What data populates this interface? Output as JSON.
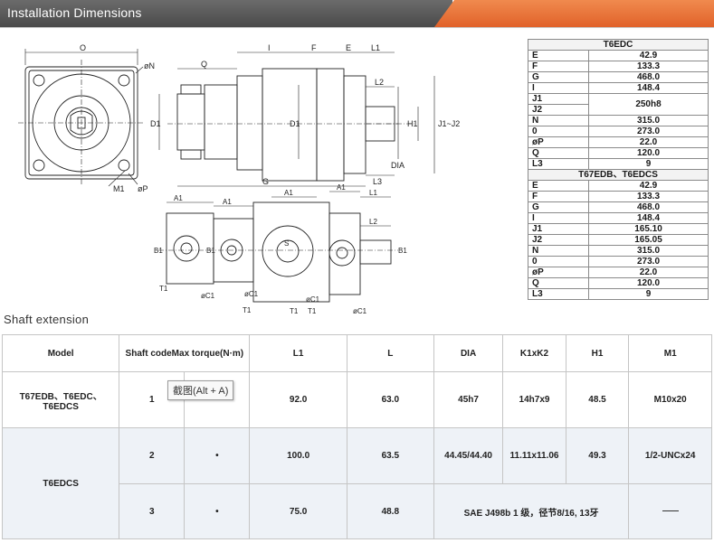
{
  "header": {
    "title": "Installation Dimensions"
  },
  "drawing": {
    "labels": {
      "O": "O",
      "N": "øN",
      "P": "øP",
      "M1": "M1",
      "Q": "Q",
      "I": "I",
      "F": "F",
      "E": "E",
      "L1": "L1",
      "L2": "L2",
      "D1": "D1",
      "H1": "H1",
      "J1J2": "J1~J2",
      "DIA": "DIA",
      "G": "G",
      "L3": "L3",
      "A1": "A1",
      "B1": "B1",
      "T1": "T1",
      "C1": "øC1",
      "S": "S"
    }
  },
  "spec": {
    "group1_title": "T6EDC",
    "group1": [
      {
        "k": "E",
        "v": "42.9"
      },
      {
        "k": "F",
        "v": "133.3"
      },
      {
        "k": "G",
        "v": "468.0"
      },
      {
        "k": "I",
        "v": "148.4"
      },
      {
        "k": "J1",
        "v": "250h8"
      },
      {
        "k": "J2",
        "v": ""
      },
      {
        "k": "N",
        "v": "315.0"
      },
      {
        "k": "0",
        "v": "273.0"
      },
      {
        "k": "øP",
        "v": "22.0"
      },
      {
        "k": "Q",
        "v": "120.0"
      },
      {
        "k": "L3",
        "v": "9"
      }
    ],
    "group2_title": "T67EDB、T6EDCS",
    "group2": [
      {
        "k": "E",
        "v": "42.9"
      },
      {
        "k": "F",
        "v": "133.3"
      },
      {
        "k": "G",
        "v": "468.0"
      },
      {
        "k": "I",
        "v": "148.4"
      },
      {
        "k": "J1",
        "v": "165.10"
      },
      {
        "k": "J2",
        "v": "165.05"
      },
      {
        "k": "N",
        "v": "315.0"
      },
      {
        "k": "0",
        "v": "273.0"
      },
      {
        "k": "øP",
        "v": "22.0"
      },
      {
        "k": "Q",
        "v": "120.0"
      },
      {
        "k": "L3",
        "v": "9"
      }
    ]
  },
  "shaft": {
    "title": "Shaft extension",
    "headers": [
      "Model",
      "Shaft code",
      "Max torque(N·m)",
      "L1",
      "L",
      "DIA",
      "K1xK2",
      "H1",
      "M1"
    ],
    "row1": {
      "model": "T67EDB、T6EDC、T6EDCS",
      "code": "1",
      "torque": "•",
      "L1": "92.0",
      "L": "63.0",
      "DIA": "45h7",
      "K": "14h7x9",
      "H1": "48.5",
      "M1": "M10x20"
    },
    "group_model": "T6EDCS",
    "row2": {
      "code": "2",
      "torque": "•",
      "L1": "100.0",
      "L": "63.5",
      "DIA": "44.45/44.40",
      "K": "11.11x11.06",
      "H1": "49.3",
      "M1": "1/2-UNCx24"
    },
    "row3": {
      "code": "3",
      "torque": "•",
      "L1": "75.0",
      "L": "48.8",
      "note": "SAE J498b 1 级，径节8/16, 13牙"
    }
  },
  "tooltip": {
    "text": "截图(Alt + A)"
  }
}
